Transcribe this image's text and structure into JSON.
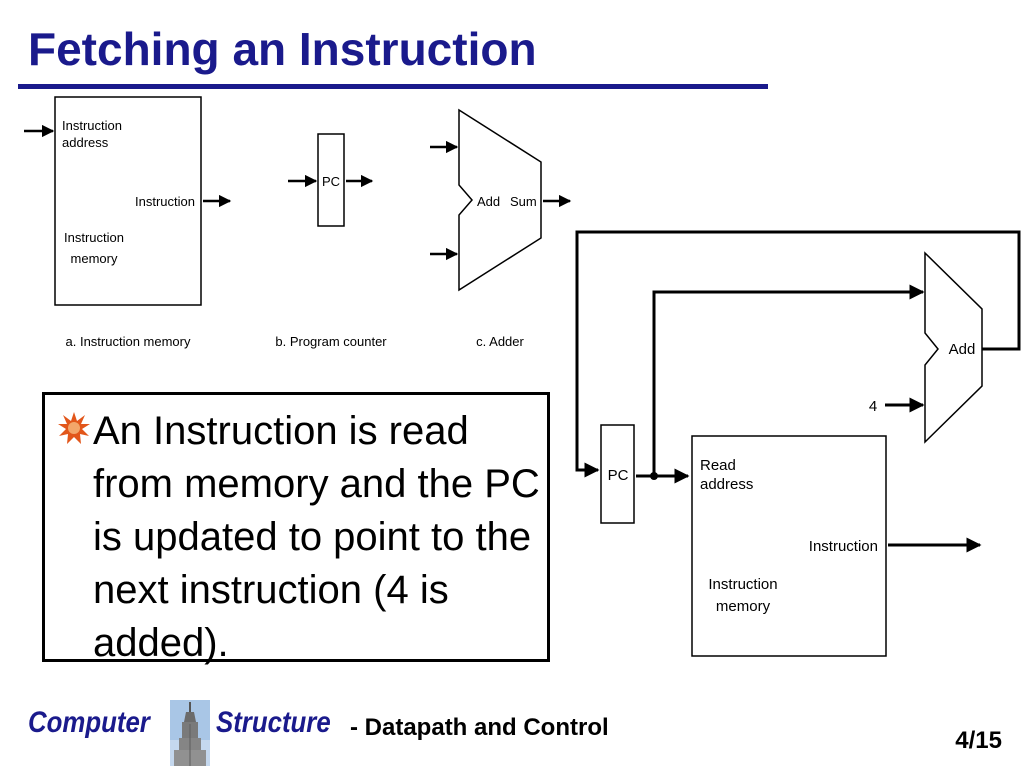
{
  "slide": {
    "title": "Fetching an Instruction",
    "bullet": "An Instruction is read from memory and the PC is updated to point to the next instruction (4 is added).",
    "page": "4/15"
  },
  "footer": {
    "word1": "Computer",
    "word2": "Structure",
    "subtitle": "- Datapath and Control"
  },
  "diagram_top": {
    "memory": {
      "input_label_line1": "Instruction",
      "input_label_line2": "address",
      "output_label": "Instruction",
      "name_line1": "Instruction",
      "name_line2": "memory",
      "caption": "a. Instruction memory"
    },
    "pc": {
      "label": "PC",
      "caption": "b. Program counter"
    },
    "adder": {
      "label_add": "Add",
      "label_sum": "Sum",
      "caption": "c. Adder"
    }
  },
  "diagram_bottom": {
    "pc_label": "PC",
    "adder_label": "Add",
    "constant": "4",
    "memory": {
      "input_label_line1": "Read",
      "input_label_line2": "address",
      "output_label": "Instruction",
      "name_line1": "Instruction",
      "name_line2": "memory"
    }
  },
  "colors": {
    "title": "#1a1a8c",
    "bullet_star": "#e2561a"
  }
}
